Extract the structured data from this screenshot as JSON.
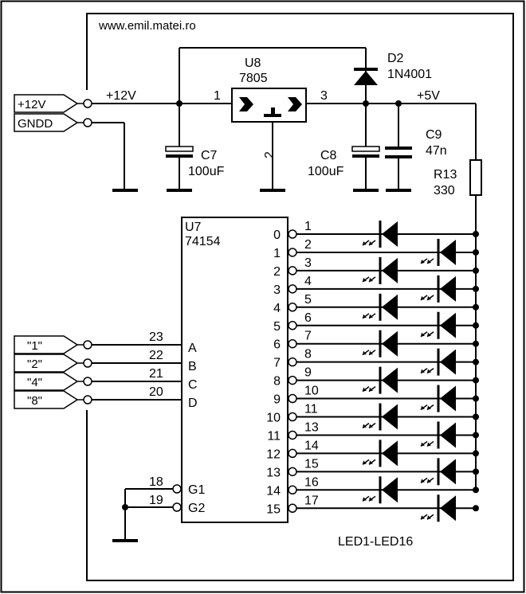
{
  "website": "www.emil.matei.ro",
  "rails": {
    "v12": "+12V",
    "v5": "+5V"
  },
  "connectors": {
    "power": [
      "+12V",
      "GNDD"
    ],
    "inputs": [
      "\"1\"",
      "\"2\"",
      "\"4\"",
      "\"8\""
    ]
  },
  "regulator": {
    "ref": "U8",
    "part": "7805",
    "pin_in": "1",
    "pin_gnd": "2",
    "pin_out": "3"
  },
  "diode": {
    "ref": "D2",
    "part": "1N4001"
  },
  "capacitors": [
    {
      "ref": "C7",
      "value": "100uF"
    },
    {
      "ref": "C8",
      "value": "100uF"
    },
    {
      "ref": "C9",
      "value": "47n"
    }
  ],
  "resistor": {
    "ref": "R13",
    "value": "330"
  },
  "decoder": {
    "ref": "U7",
    "part": "74154",
    "inputs": [
      {
        "name": "A",
        "pin": "23"
      },
      {
        "name": "B",
        "pin": "22"
      },
      {
        "name": "C",
        "pin": "21"
      },
      {
        "name": "D",
        "pin": "20"
      }
    ],
    "enables": [
      {
        "name": "G1",
        "pin": "18"
      },
      {
        "name": "G2",
        "pin": "19"
      }
    ],
    "outputs": [
      {
        "name": "0",
        "pin": "1"
      },
      {
        "name": "1",
        "pin": "2"
      },
      {
        "name": "2",
        "pin": "3"
      },
      {
        "name": "3",
        "pin": "4"
      },
      {
        "name": "4",
        "pin": "5"
      },
      {
        "name": "5",
        "pin": "6"
      },
      {
        "name": "6",
        "pin": "7"
      },
      {
        "name": "7",
        "pin": "8"
      },
      {
        "name": "8",
        "pin": "9"
      },
      {
        "name": "9",
        "pin": "10"
      },
      {
        "name": "10",
        "pin": "11"
      },
      {
        "name": "11",
        "pin": "13"
      },
      {
        "name": "12",
        "pin": "14"
      },
      {
        "name": "13",
        "pin": "15"
      },
      {
        "name": "14",
        "pin": "16"
      },
      {
        "name": "15",
        "pin": "17"
      }
    ]
  },
  "led_label": "LED1-LED16"
}
